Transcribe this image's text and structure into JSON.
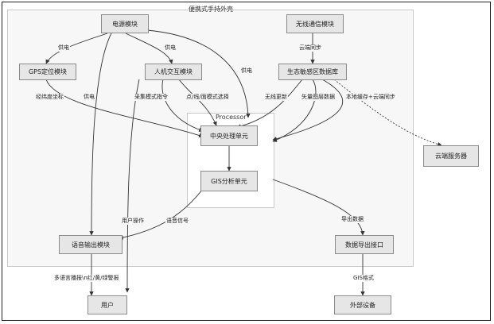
{
  "clusters": {
    "outer": "便携式手持外壳",
    "processor": "Processor"
  },
  "nodes": {
    "power": "电源模块",
    "wireless": "无线通信模块",
    "gps": "GPS定位模块",
    "hci": "人机交互模块",
    "eco_db": "生态敏感区数据库",
    "cpu": "中央处理单元",
    "gis": "GIS分析单元",
    "cloud": "云端服务器",
    "voice": "语音输出模块",
    "export": "数据导出接口",
    "user": "用户",
    "external": "外部设备"
  },
  "edges": {
    "power_gps": "供电",
    "power_hci": "供电",
    "power_voice": "供电",
    "power_db": "供电",
    "wireless_db": "云端同步",
    "gps_cpu": "经纬度坐标",
    "hci_cmd": "采集模式指令",
    "hci_select": "点/线/面模式选择",
    "db_update": "无线更新",
    "db_vector": "矢量图层数据",
    "db_cache": "本地缓存+云端同步",
    "user_op": "用户操作",
    "voice_signal": "语音信号",
    "export_data": "导出数据",
    "voice_user": "多语言播报\\n红/黄/绿警报",
    "gis_format": "GIS格式"
  }
}
